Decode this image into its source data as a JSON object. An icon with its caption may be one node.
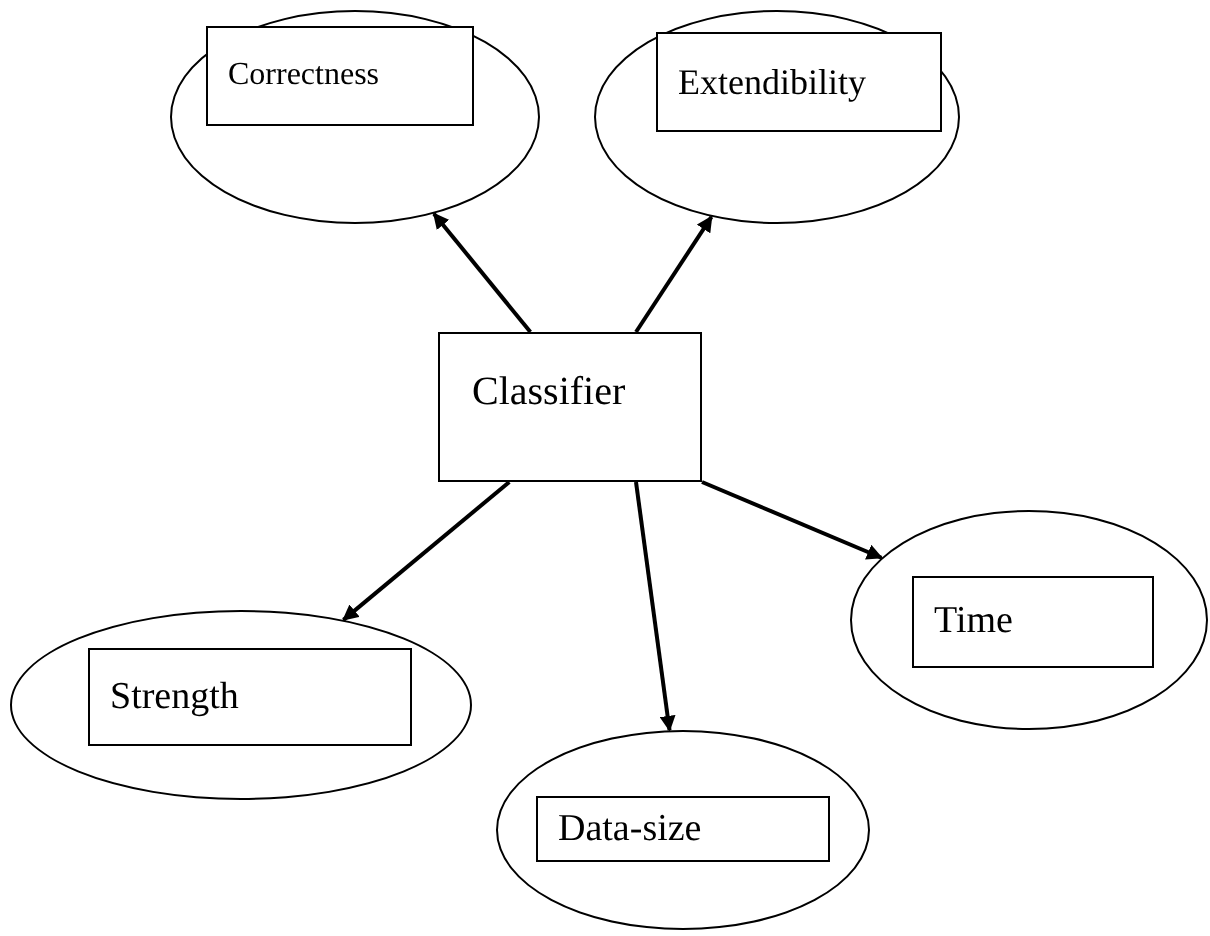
{
  "diagram": {
    "nodes": [
      {
        "text": [
          "Classifier"
        ]
      },
      {
        "text": [],
        "shape": "ellipse"
      },
      {
        "text": [
          "Correctness"
        ],
        "in": 1
      },
      {
        "text": [],
        "shape": "ellipse"
      },
      {
        "text": [
          "Extendibility"
        ],
        "in": 3
      },
      {
        "text": [],
        "shape": "ellipse"
      },
      {
        "text": [
          "Time"
        ],
        "in": 5
      },
      {
        "text": [],
        "shape": "ellipse"
      },
      {
        "text": [
          "Strength"
        ],
        "in": 7
      },
      {
        "text": [],
        "shape": "ellipse"
      },
      {
        "text": [
          "Data-size"
        ],
        "in": 9
      }
    ],
    "edges": [
      {
        "from": 0,
        "to": 1,
        "arrow": "to"
      },
      {
        "from": 0,
        "to": 3,
        "arrow": "to"
      },
      {
        "from": 0,
        "to": 5,
        "arrow": "to"
      },
      {
        "from": 0,
        "to": 7,
        "arrow": "to"
      },
      {
        "from": 0,
        "to": 9,
        "arrow": "to"
      }
    ]
  }
}
